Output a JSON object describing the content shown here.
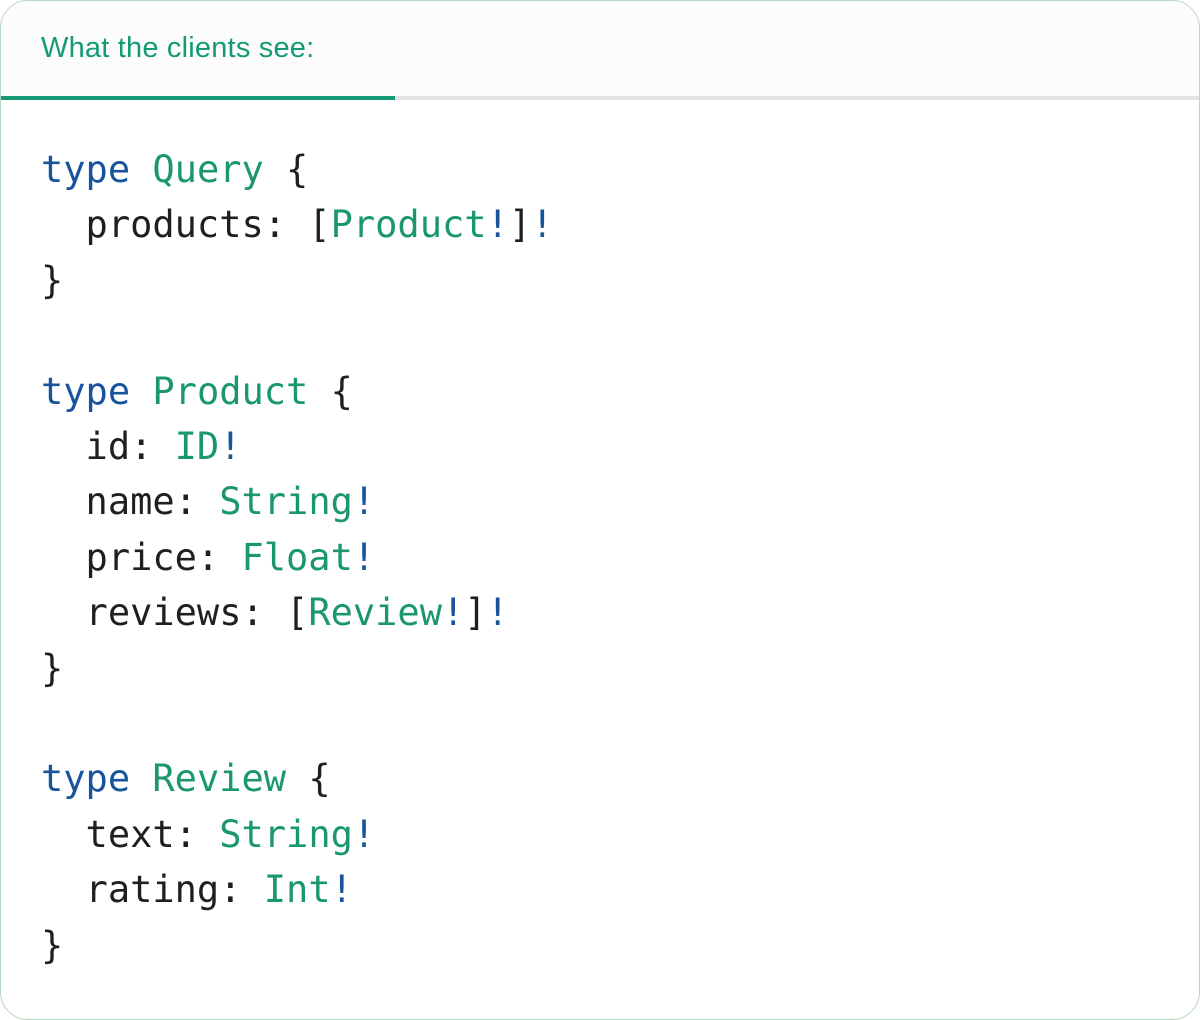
{
  "colors": {
    "accent_green": "#149a74",
    "type_green": "#1a9671",
    "keyword_blue": "#17549b",
    "text_dark": "#1d2023",
    "divider_gray": "#e3e3e4",
    "card_border": "#b5d6c3",
    "header_bg": "#fcfcfc"
  },
  "header": {
    "tab_label": "What the clients see:"
  },
  "code": {
    "lines": [
      [
        {
          "t": "type",
          "c": "k"
        },
        {
          "t": " ",
          "c": "p"
        },
        {
          "t": "Query",
          "c": "t"
        },
        {
          "t": " {",
          "c": "p"
        }
      ],
      [
        {
          "t": "  products: [",
          "c": "p"
        },
        {
          "t": "Product",
          "c": "t"
        },
        {
          "t": "!",
          "c": "b"
        },
        {
          "t": "]",
          "c": "p"
        },
        {
          "t": "!",
          "c": "b"
        }
      ],
      [
        {
          "t": "}",
          "c": "p"
        }
      ],
      [],
      [
        {
          "t": "type",
          "c": "k"
        },
        {
          "t": " ",
          "c": "p"
        },
        {
          "t": "Product",
          "c": "t"
        },
        {
          "t": " {",
          "c": "p"
        }
      ],
      [
        {
          "t": "  id: ",
          "c": "p"
        },
        {
          "t": "ID",
          "c": "t"
        },
        {
          "t": "!",
          "c": "b"
        }
      ],
      [
        {
          "t": "  name: ",
          "c": "p"
        },
        {
          "t": "String",
          "c": "t"
        },
        {
          "t": "!",
          "c": "b"
        }
      ],
      [
        {
          "t": "  price: ",
          "c": "p"
        },
        {
          "t": "Float",
          "c": "t"
        },
        {
          "t": "!",
          "c": "b"
        }
      ],
      [
        {
          "t": "  reviews: [",
          "c": "p"
        },
        {
          "t": "Review",
          "c": "t"
        },
        {
          "t": "!",
          "c": "b"
        },
        {
          "t": "]",
          "c": "p"
        },
        {
          "t": "!",
          "c": "b"
        }
      ],
      [
        {
          "t": "}",
          "c": "p"
        }
      ],
      [],
      [
        {
          "t": "type",
          "c": "k"
        },
        {
          "t": " ",
          "c": "p"
        },
        {
          "t": "Review",
          "c": "t"
        },
        {
          "t": " {",
          "c": "p"
        }
      ],
      [
        {
          "t": "  text: ",
          "c": "p"
        },
        {
          "t": "String",
          "c": "t"
        },
        {
          "t": "!",
          "c": "b"
        }
      ],
      [
        {
          "t": "  rating: ",
          "c": "p"
        },
        {
          "t": "Int",
          "c": "t"
        },
        {
          "t": "!",
          "c": "b"
        }
      ],
      [
        {
          "t": "}",
          "c": "p"
        }
      ]
    ]
  }
}
